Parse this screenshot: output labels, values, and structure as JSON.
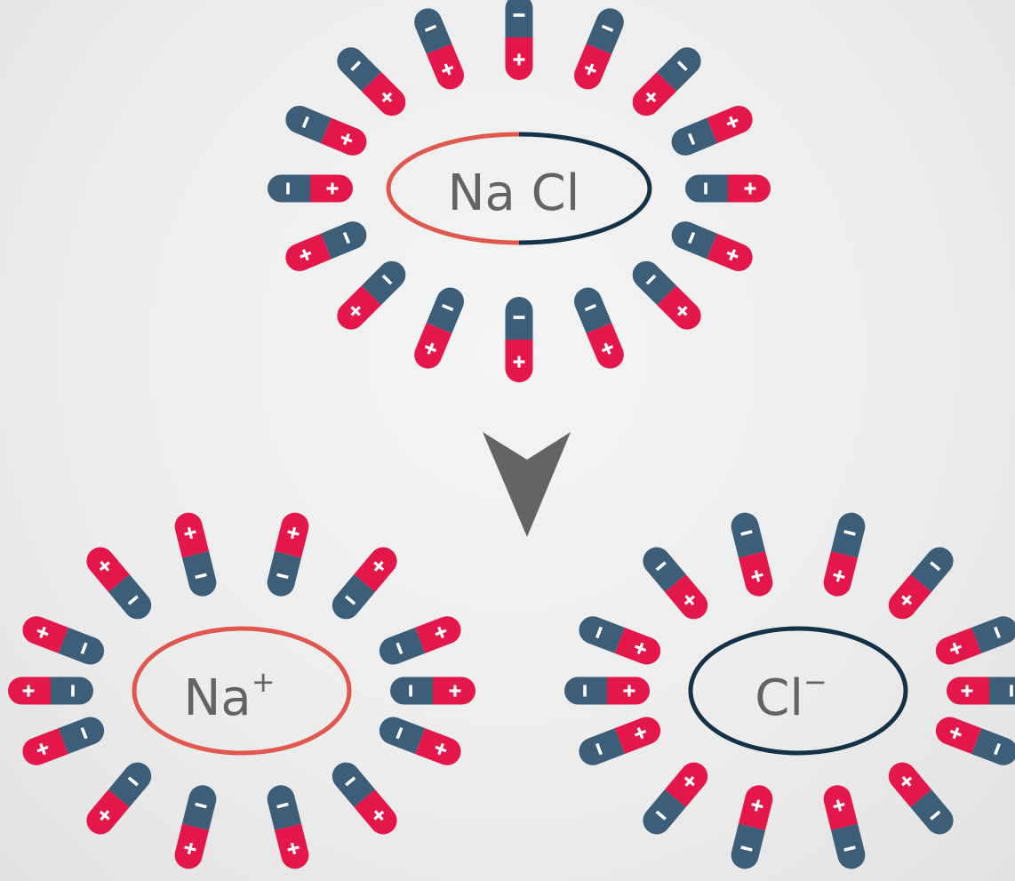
{
  "colors": {
    "positive": "#e3174a",
    "negative": "#3c5e79",
    "sodium": "#e0574e",
    "chloride": "#133247",
    "label": "#636363",
    "arrow": "#646464"
  },
  "icons": {
    "reaction_arrow": "down-triangle-arrow-icon",
    "water_molecule": "water-dipole-icon"
  },
  "clusters": {
    "salt": {
      "label_main": "Na Cl",
      "dipoles": [
        {
          "angle": 180,
          "outward": "negative"
        },
        {
          "angle": 157.5,
          "outward": "negative"
        },
        {
          "angle": 135,
          "outward": "negative"
        },
        {
          "angle": 112.5,
          "outward": "negative"
        },
        {
          "angle": 90,
          "outward": "negative"
        },
        {
          "angle": 67.5,
          "outward": "negative"
        },
        {
          "angle": 45,
          "outward": "negative"
        },
        {
          "angle": 22.5,
          "outward": "positive"
        },
        {
          "angle": 0,
          "outward": "positive"
        },
        {
          "angle": -22.5,
          "outward": "positive"
        },
        {
          "angle": -45,
          "outward": "positive"
        },
        {
          "angle": -67.5,
          "outward": "positive"
        },
        {
          "angle": -90,
          "outward": "positive"
        },
        {
          "angle": -112.5,
          "outward": "positive"
        },
        {
          "angle": -135,
          "outward": "positive"
        },
        {
          "angle": -157.5,
          "outward": "positive"
        }
      ]
    },
    "sodium": {
      "label_main": "Na",
      "label_charge": "+",
      "dipoles": [
        {
          "angle": 180,
          "outward": "positive"
        },
        {
          "angle": 159,
          "outward": "positive"
        },
        {
          "angle": 130,
          "outward": "positive"
        },
        {
          "angle": 104,
          "outward": "positive"
        },
        {
          "angle": 76,
          "outward": "positive"
        },
        {
          "angle": 50,
          "outward": "positive"
        },
        {
          "angle": 21,
          "outward": "positive"
        },
        {
          "angle": 0,
          "outward": "positive"
        },
        {
          "angle": -21,
          "outward": "positive"
        },
        {
          "angle": -50,
          "outward": "positive"
        },
        {
          "angle": -76,
          "outward": "positive"
        },
        {
          "angle": -104,
          "outward": "positive"
        },
        {
          "angle": -130,
          "outward": "positive"
        },
        {
          "angle": -159,
          "outward": "positive"
        }
      ]
    },
    "chloride": {
      "label_main": "Cl",
      "label_charge": "−",
      "dipoles": [
        {
          "angle": 180,
          "outward": "negative"
        },
        {
          "angle": 159,
          "outward": "negative"
        },
        {
          "angle": 130,
          "outward": "negative"
        },
        {
          "angle": 104,
          "outward": "negative"
        },
        {
          "angle": 76,
          "outward": "negative"
        },
        {
          "angle": 50,
          "outward": "negative"
        },
        {
          "angle": 21,
          "outward": "negative"
        },
        {
          "angle": 0,
          "outward": "negative"
        },
        {
          "angle": -21,
          "outward": "negative"
        },
        {
          "angle": -50,
          "outward": "negative"
        },
        {
          "angle": -76,
          "outward": "negative"
        },
        {
          "angle": -104,
          "outward": "negative"
        },
        {
          "angle": -130,
          "outward": "negative"
        },
        {
          "angle": -159,
          "outward": "negative"
        }
      ]
    }
  }
}
